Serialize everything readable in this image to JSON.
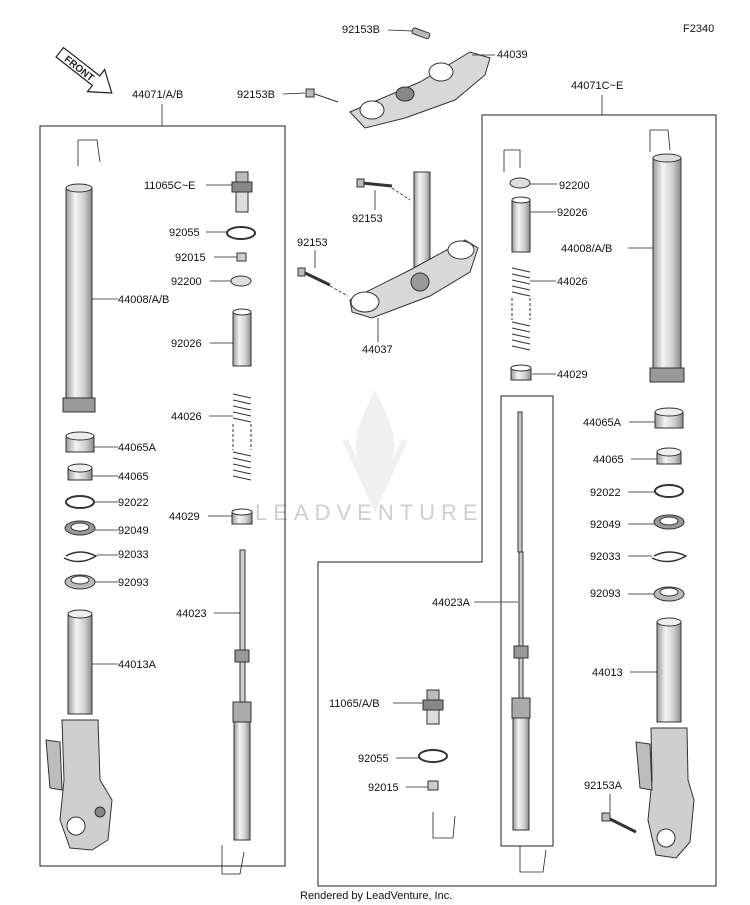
{
  "figure_code": "F2340",
  "front_label": "FRONT",
  "watermark": "LEADVENTURE",
  "footer": "Rendered by LeadVenture, Inc.",
  "colors": {
    "outline": "#222222",
    "part_fill": "#dcdcdc",
    "part_dark": "#9a9a9a",
    "watermark": "#cfcfcf"
  },
  "callouts": {
    "p92153B_top": "92153B",
    "p44039": "44039",
    "p92153B_left": "92153B",
    "p44071AB": "44071/A/B",
    "p44071CE": "44071C~E",
    "L11065CE": "11065C~E",
    "L92055": "92055",
    "L92015": "92015",
    "L92200": "92200",
    "L44008AB": "44008/A/B",
    "L92026": "92026",
    "L44026": "44026",
    "L44065A": "44065A",
    "L44065": "44065",
    "L92022": "92022",
    "L92049": "92049",
    "L92033": "92033",
    "L92093": "92093",
    "L44029": "44029",
    "L44023": "44023",
    "L44013A": "44013A",
    "C92153_a": "92153",
    "C92153_b": "92153",
    "C44037": "44037",
    "R92200": "92200",
    "R92026": "92026",
    "R44008AB": "44008/A/B",
    "R44026": "44026",
    "R44029": "44029",
    "R44065A": "44065A",
    "R44065": "44065",
    "R92022": "92022",
    "R92049": "92049",
    "R92033": "92033",
    "R92093": "92093",
    "R44013": "44013",
    "R44023A": "44023A",
    "R11065AB": "11065/A/B",
    "R92055": "92055",
    "R92015": "92015",
    "R92153A": "92153A"
  }
}
